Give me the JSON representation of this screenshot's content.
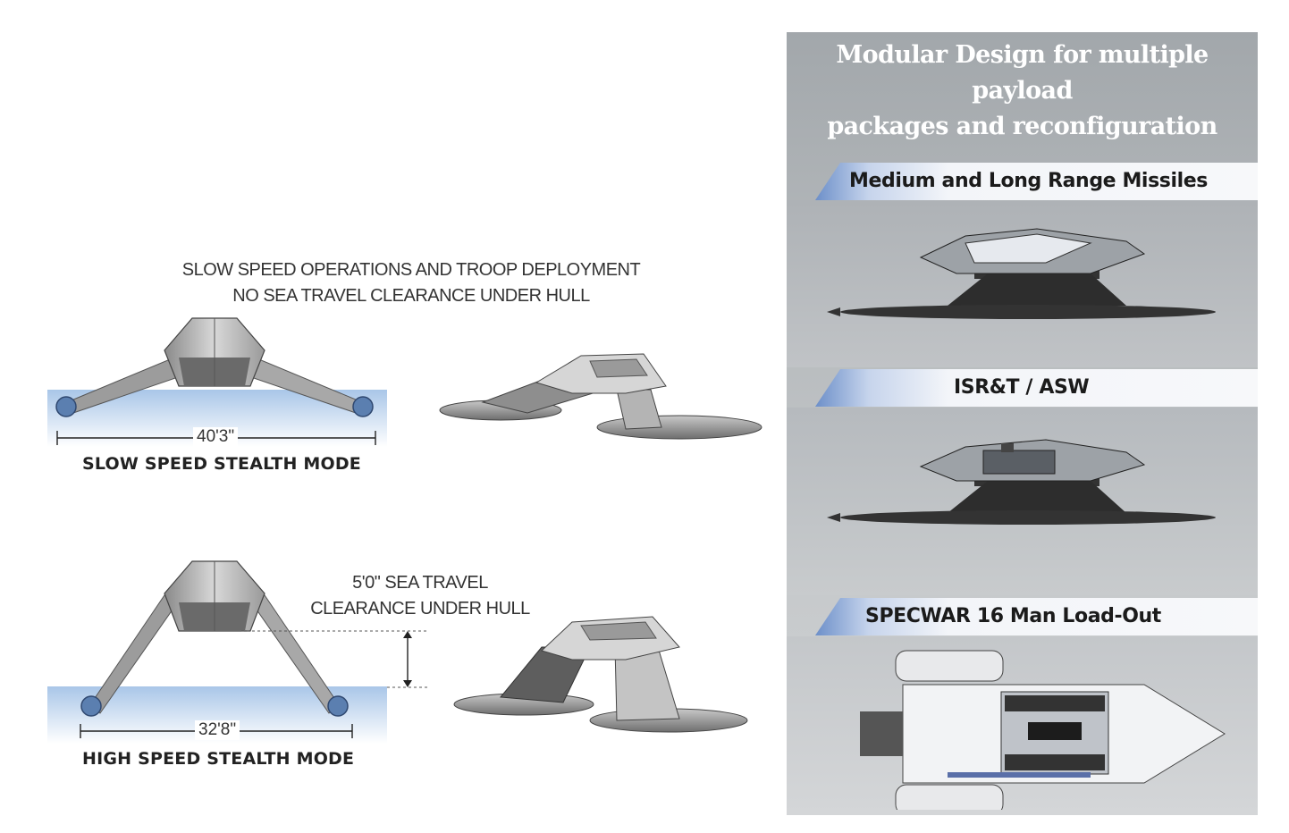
{
  "left": {
    "slow_caption_line1": "SLOW SPEED OPERATIONS AND TROOP DEPLOYMENT",
    "slow_caption_line2": "NO SEA TRAVEL CLEARANCE UNDER HULL",
    "slow_width": "40'3\"",
    "slow_mode": "SLOW SPEED STEALTH MODE",
    "high_caption_line1": "5'0\" SEA TRAVEL",
    "high_caption_line2": "CLEARANCE UNDER HULL",
    "high_width": "32'8\"",
    "high_mode": "HIGH SPEED STEALTH MODE"
  },
  "right": {
    "title_line1": "Modular Design for multiple payload",
    "title_line2": "packages and reconfiguration",
    "sections": [
      {
        "label": "Medium and Long Range Missiles"
      },
      {
        "label": "ISR&T / ASW"
      },
      {
        "label": "SPECWAR 16 Man Load-Out"
      }
    ]
  },
  "colors": {
    "water": "#bcd3ec",
    "pontoon": "#5b7fb0",
    "panel_gray": "#b4b8bb",
    "banner_blue": "#6c8fc9"
  }
}
